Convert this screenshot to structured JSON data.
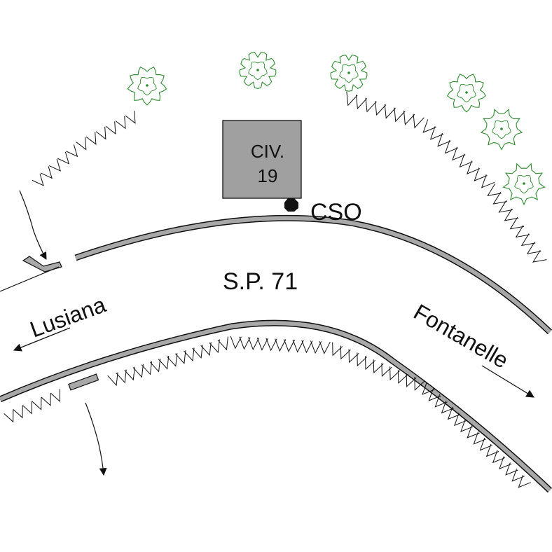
{
  "labels": {
    "building_line1": "CIV.",
    "building_line2": "19",
    "cso": "CSO",
    "road": "S.P. 71",
    "west": "Lusiana",
    "east": "Fontanelle"
  },
  "colors": {
    "road_edge": "#a8a8a8",
    "outline": "#111111",
    "building_fill": "#a0a0a0",
    "tree_outline": "#2e8b2e"
  },
  "icons": {
    "tree": "tree-icon",
    "shrub": "shrub-icon",
    "point": "cso-point-icon",
    "arrow": "direction-arrow-icon"
  }
}
